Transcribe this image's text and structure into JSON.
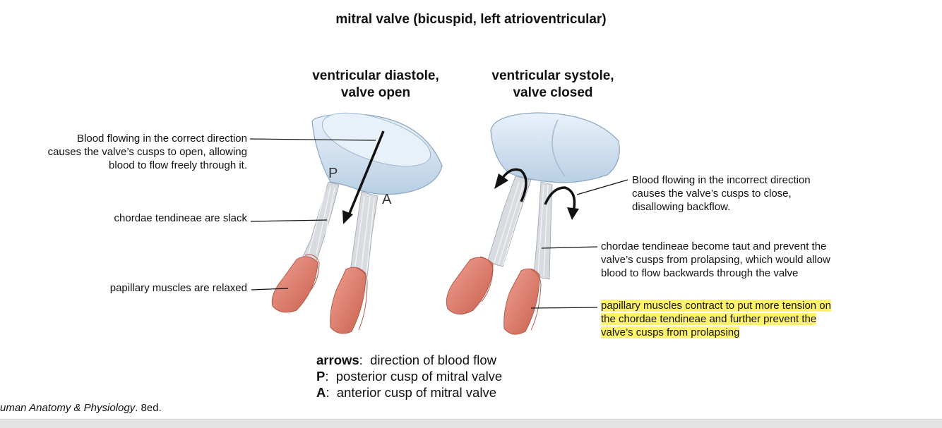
{
  "title": "mitral valve (bicuspid, left atrioventricular)",
  "panels": {
    "open": {
      "line1": "ventricular diastole,",
      "line2": "valve open"
    },
    "closed": {
      "line1": "ventricular systole,",
      "line2": "valve closed"
    }
  },
  "cusp_labels": {
    "posterior": "P",
    "anterior": "A"
  },
  "annotations_left": {
    "flow": [
      "Blood flowing in the correct direction",
      "causes the valve’s cusps to open, allowing",
      "blood to flow freely through it."
    ],
    "chordae": "chordae tendineae are slack",
    "papillary": "papillary muscles are relaxed"
  },
  "annotations_right": {
    "flow": [
      "Blood flowing in the incorrect direction",
      "causes the valve’s cusps to close,",
      "disallowing backflow."
    ],
    "chordae": [
      "chordae tendineae become taut and prevent the",
      "valve’s cusps from prolapsing, which would allow",
      "blood to flow backwards through the valve"
    ],
    "papillary": [
      "papillary muscles contract to put more tension on",
      "the chordae tendineae and further prevent the",
      "valve’s cusps from prolapsing"
    ],
    "highlight_color": "#fff36b"
  },
  "legend": [
    {
      "key": "arrows",
      "text": "direction of blood flow"
    },
    {
      "key": "P",
      "text": "posterior cusp of mitral valve"
    },
    {
      "key": "A",
      "text": "anterior cusp of mitral valve"
    }
  ],
  "citation": {
    "text": "uman Anatomy & Physiology",
    "edition": ".  8ed."
  },
  "colors": {
    "valve": "#cfe0f0",
    "valve_edge": "#8aa6c2",
    "muscle": "#e48a79",
    "chordae": "#c9ccd1"
  }
}
